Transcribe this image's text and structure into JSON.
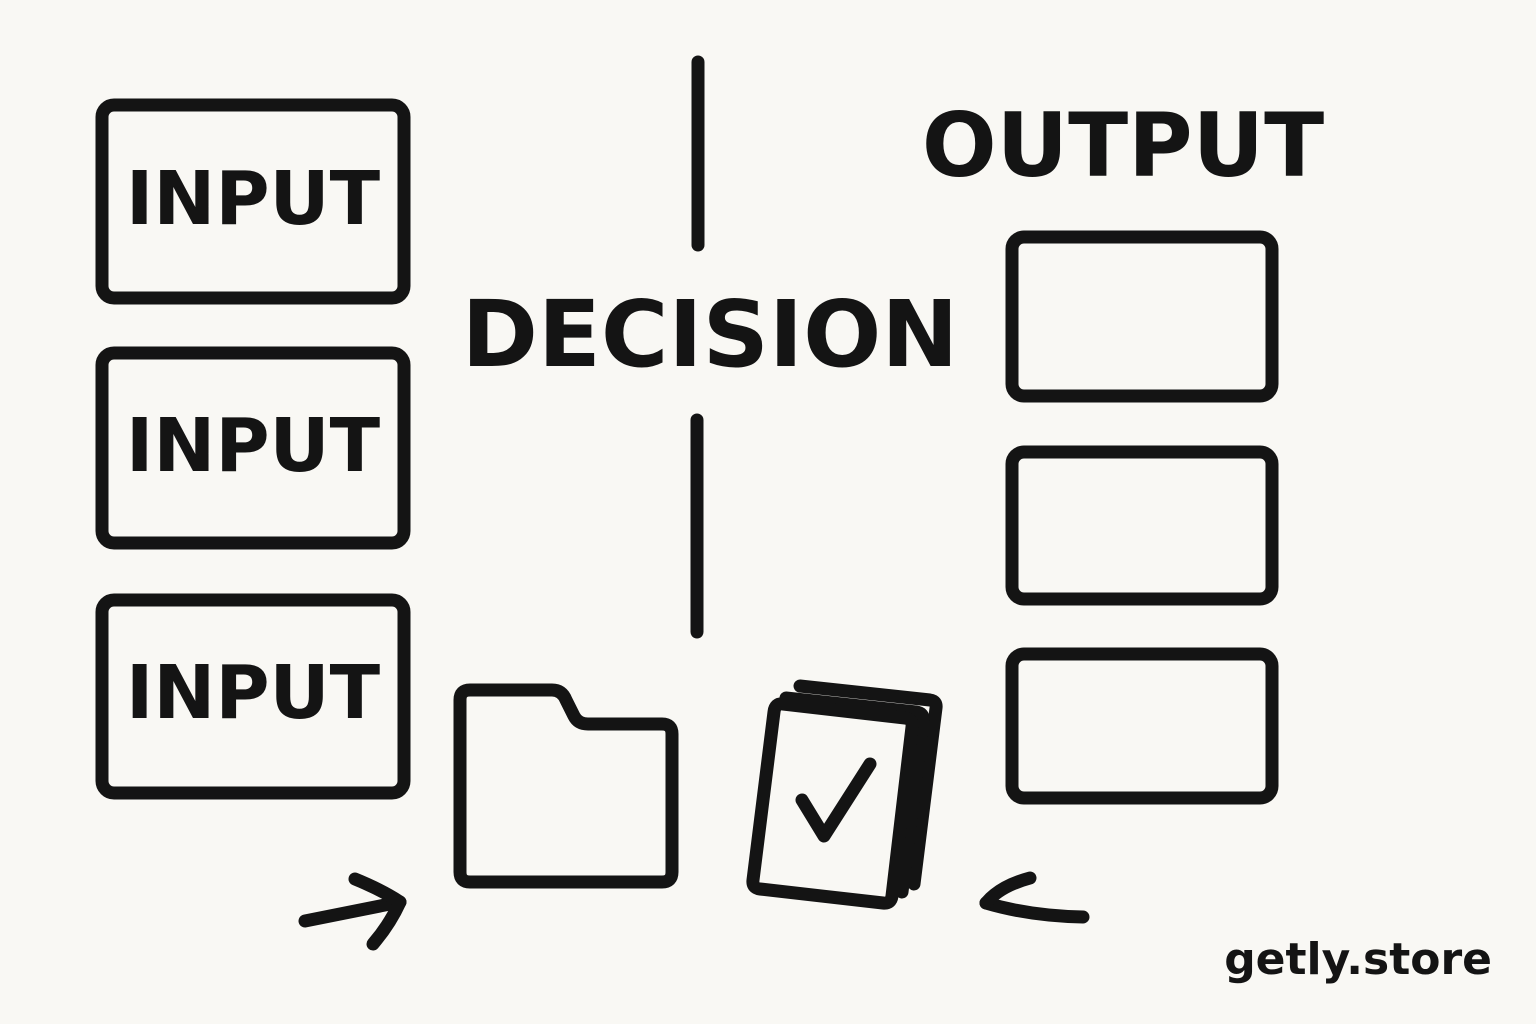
{
  "inputs": [
    {
      "label": "INPUT"
    },
    {
      "label": "INPUT"
    },
    {
      "label": "INPUT"
    }
  ],
  "decision": {
    "label": "DECISION"
  },
  "output": {
    "title": "OUTPUT",
    "boxes": 3
  },
  "icons": {
    "folder": "folder-icon",
    "documents": "checked-documents-icon",
    "left_arrow": "arrow-right-icon",
    "right_arrow": "arrow-left-icon"
  },
  "watermark": "getly.store",
  "colors": {
    "ink": "#141414",
    "paper": "#f9f8f4"
  }
}
